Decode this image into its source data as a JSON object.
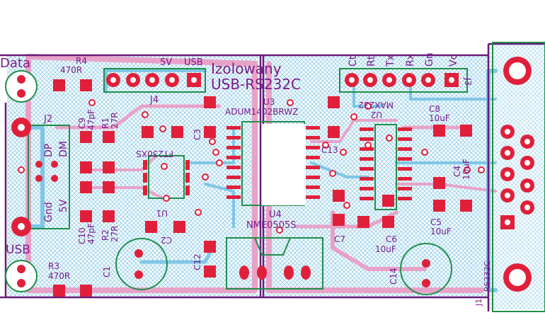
{
  "colors": {
    "background": "#ffffff",
    "copper_top": "#e8a2c8",
    "copper_bottom": "#7fc6e6",
    "hatch": "#9fd3ec",
    "pad_red": "#e0203a",
    "silk_green": "#1f8f4a",
    "outline_purple": "#6a1b7a",
    "label_purple": "#7a1a8a",
    "drill_white": "#ffffff"
  },
  "title": {
    "line1": "Izolowany",
    "line2": "USB-RS232C"
  },
  "labels": {
    "data": "Data",
    "usb": "USB",
    "five_v_top": "5V",
    "usb_top": "USB",
    "r4": "R4",
    "r4_val": "470R",
    "j4": "J4",
    "j2": "J2",
    "dp": "DP",
    "dm": "DM",
    "gnd": "Gnd",
    "five_v": "5V",
    "c9": "C9",
    "c9_val": "47pF",
    "r1": "R1",
    "r1_val": "27R",
    "c10": "C10",
    "c10_val": "47pF",
    "r2": "R2",
    "r2_val": "27R",
    "r3": "R3",
    "r3_val": "470R",
    "c1": "C1",
    "u1": "U1",
    "c2": "C2",
    "c3": "C3",
    "c12": "C12",
    "u1_part": "FT230XS",
    "u3": "U3",
    "u3_part": "ADUM1402BRWZ",
    "u4": "U4",
    "u4_part": "NME0505S",
    "c13": "C13",
    "c7": "C7",
    "c6": "C6",
    "c6_val": "10uF",
    "u2": "U2",
    "u2_part": "MAX232",
    "c8": "C8",
    "c8_val": "10uF",
    "c4": "C4",
    "c4_val": "10uF",
    "c5": "C5",
    "c5_val": "10uF",
    "c14": "C14",
    "j3": "J3",
    "j1": "J1",
    "rs232c": "RS232C",
    "pin_ct": "Ct",
    "pin_rt": "Rt",
    "pin_tx": "Tx",
    "pin_rx": "Rx",
    "pin_gn": "Gn",
    "pin_vc": "Vc"
  }
}
